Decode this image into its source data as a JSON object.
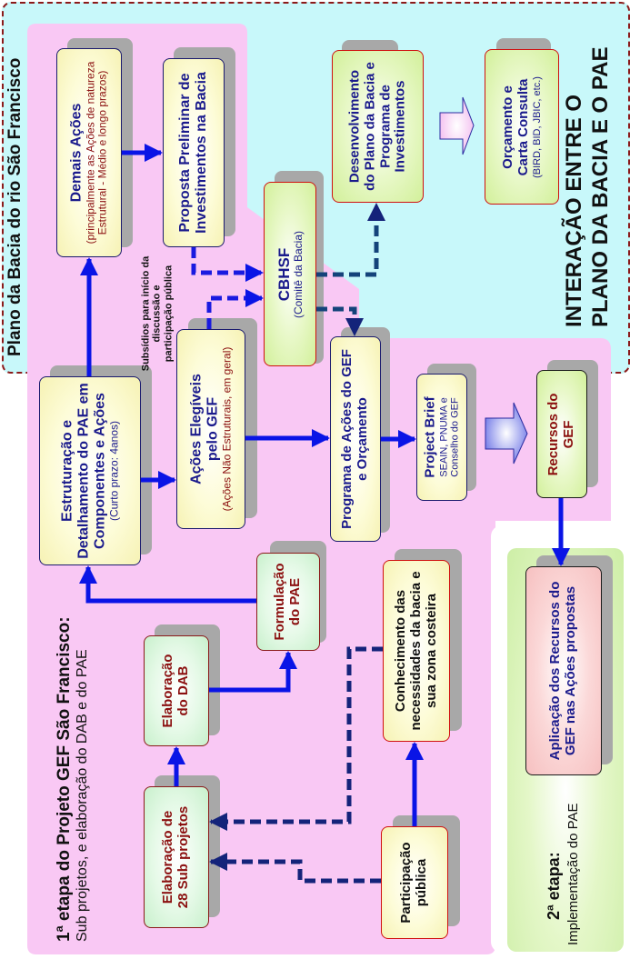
{
  "regions": {
    "plano_bacia_title": "Plano da Bacia do rio São Francisco",
    "interacao_title_line1": "INTERAÇÃO ENTRE O",
    "interacao_title_line2": "PLANO DA BACIA E O PAE",
    "etapa1_title": "1ª etapa do Projeto GEF São Francisco:",
    "etapa1_subtitle": "Sub projetos, e elaboração do DAB e do PAE",
    "etapa2_title": "2ª etapa:",
    "etapa2_subtitle": "Implementação do PAE"
  },
  "boxes": {
    "demais_acoes": {
      "title": "Demais Ações",
      "sub_line1": "(principalmente as Ações de natureza",
      "sub_line2": "Estrutural - Médio e longo prazos)"
    },
    "proposta_preliminar": {
      "line1": "Proposta Preliminar de",
      "line2": "Investimentos na Bacia"
    },
    "desenvolvimento": {
      "line1": "Desenvolvimento",
      "line2": "do Plano da Bacia e",
      "line3": "Programa de",
      "line4": "Investimentos"
    },
    "orcamento": {
      "line1": "Orçamento e",
      "line2": "Carta Consulta",
      "sub": "(BIRD, BID, JBIC, etc.)"
    },
    "cbhsf": {
      "title": "CBHSF",
      "sub": "(Comitê da Bacia)"
    },
    "estruturacao": {
      "line1": "Estruturação e",
      "line2": "Detalhamento do PAE em",
      "line3": "Componentes e Ações",
      "sub": "(Curto prazo: 4anos)"
    },
    "acoes_elegiveis": {
      "line1": "Ações Elegíveis",
      "line2": "pelo GEF",
      "sub": "(Ações Não Estruturais, em geral)"
    },
    "programa_acoes": {
      "line1": "Programa de Ações do GEF",
      "line2": "e  Orçamento"
    },
    "project_brief": {
      "title": "Project Brief",
      "sub_line1": "SEAIN, PNUMA e",
      "sub_line2": "Conselho do GEF"
    },
    "recursos_gef": {
      "line1": "Recursos do",
      "line2": "GEF"
    },
    "formulacao_pae": {
      "line1": "Formulação",
      "line2": "do PAE"
    },
    "elaboracao_dab": {
      "line1": "Elaboração",
      "line2": "do DAB"
    },
    "elaboracao_subprojetos": {
      "line1": "Elaboração de",
      "line2": "28 Sub projetos"
    },
    "conhecimento": {
      "line1": "Conhecimento das",
      "line2": "necessidades da bacia e",
      "line3": "sua zona costeira"
    },
    "participacao": {
      "line1": "Participação",
      "line2": "pública"
    },
    "aplicacao": {
      "line1": "Aplicação dos Recursos do",
      "line2": "GEF nas Ações propostas"
    }
  },
  "annotations": {
    "subsidios_line1": "Subsídios para início da",
    "subsidios_line2": "discussão e",
    "subsidios_line3": "participação pública"
  },
  "colors": {
    "solid_arrow": "#0a14e6",
    "dashed_arrow": "#14237a",
    "cyan_region": "#c8f8fa",
    "pink_region": "#f9c8f4",
    "region_border": "#8b1a1a"
  }
}
